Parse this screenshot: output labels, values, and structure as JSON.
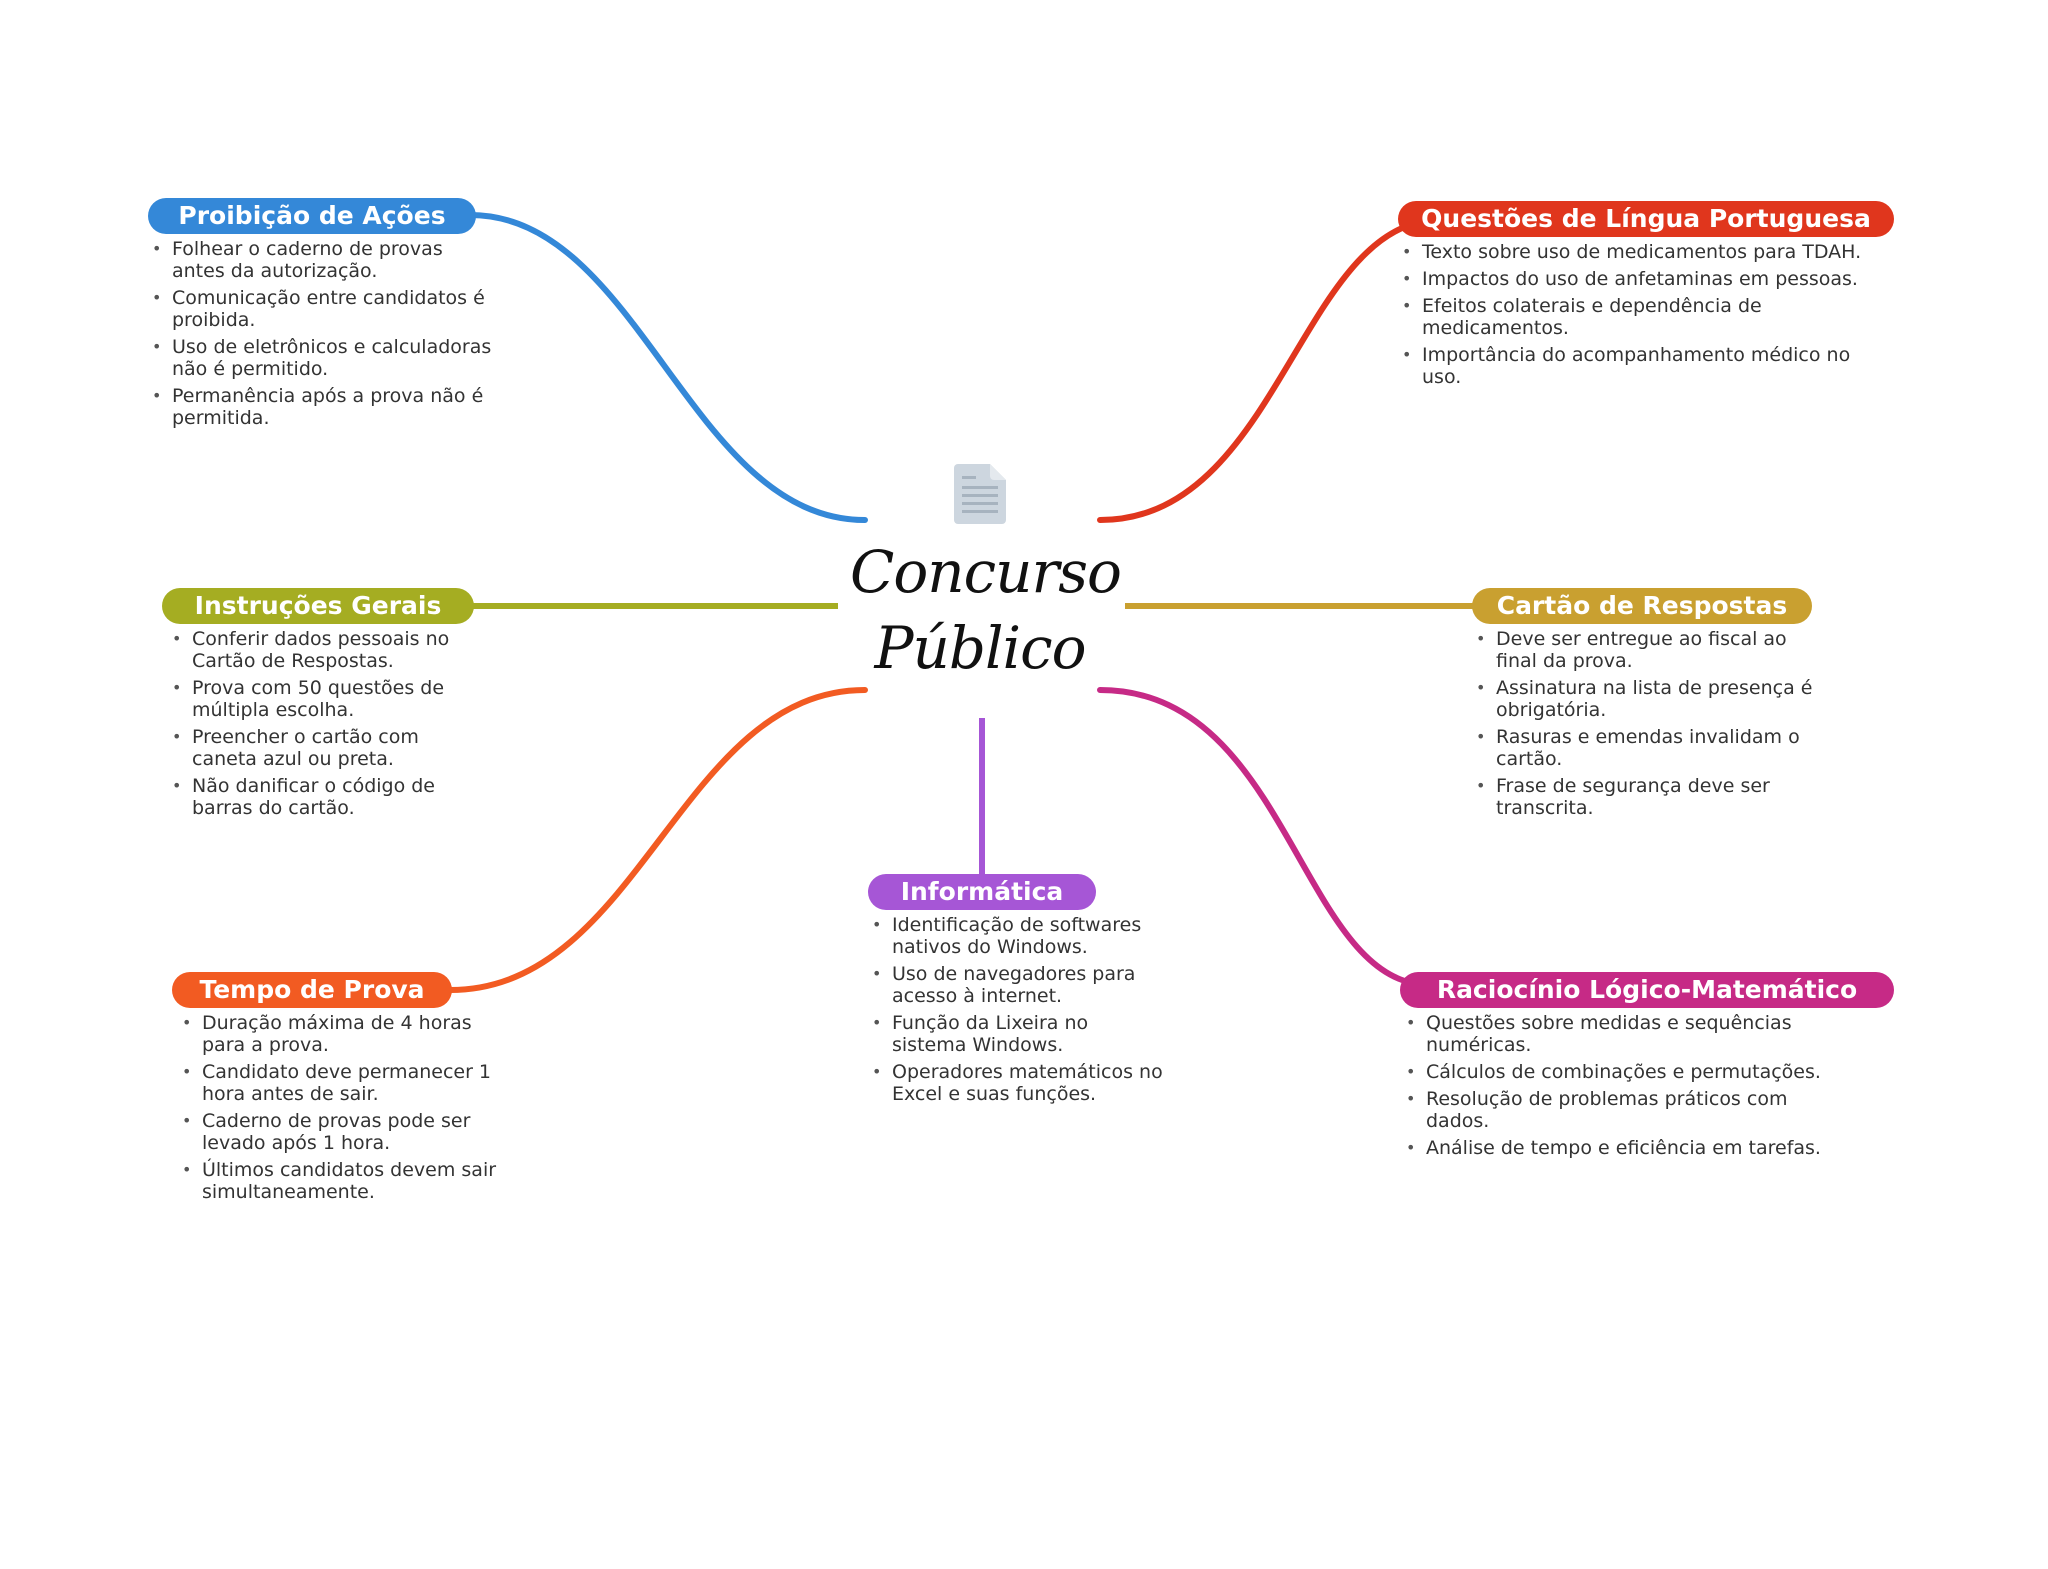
{
  "center": {
    "title_line1": "Concurso",
    "title_line2": "Público",
    "icon": "document-icon"
  },
  "colors": {
    "proibicao": "#3488d8",
    "instrucoes": "#a5ad22",
    "tempo": "#f25b22",
    "portugues": "#e0361d",
    "cartao": "#c9a030",
    "raciocinio": "#c62a86",
    "informatica": "#a656d6"
  },
  "topics": {
    "proibicao": {
      "title": "Proibição de Ações",
      "items": [
        "Folhear o caderno de provas antes da autorização.",
        "Comunicação entre candidatos é proibida.",
        "Uso de eletrônicos e calculadoras não é permitido.",
        "Permanência após a prova não é permitida."
      ]
    },
    "instrucoes": {
      "title": "Instruções Gerais",
      "items": [
        "Conferir dados pessoais no Cartão de Respostas.",
        "Prova com 50 questões de múltipla escolha.",
        "Preencher o cartão com caneta azul ou preta.",
        "Não danificar o código de barras do cartão."
      ]
    },
    "tempo": {
      "title": "Tempo de Prova",
      "items": [
        "Duração máxima de 4 horas para a prova.",
        "Candidato deve permanecer 1 hora antes de sair.",
        "Caderno de provas pode ser levado após 1 hora.",
        "Últimos candidatos devem sair simultaneamente."
      ]
    },
    "portugues": {
      "title": "Questões de Língua Portuguesa",
      "items": [
        "Texto sobre uso de medicamentos para TDAH.",
        "Impactos do uso de anfetaminas em pessoas.",
        "Efeitos colaterais e dependência de medicamentos.",
        "Importância do acompanhamento médico no uso."
      ]
    },
    "cartao": {
      "title": "Cartão de Respostas",
      "items": [
        "Deve ser entregue ao fiscal ao final da prova.",
        "Assinatura na lista de presença é obrigatória.",
        "Rasuras e emendas invalidam o cartão.",
        "Frase de segurança deve ser transcrita."
      ]
    },
    "raciocinio": {
      "title": "Raciocínio Lógico-Matemático",
      "items": [
        "Questões sobre medidas e sequências numéricas.",
        "Cálculos de combinações e permutações.",
        "Resolução de problemas práticos com dados.",
        "Análise de tempo e eficiência em tarefas."
      ]
    },
    "informatica": {
      "title": "Informática",
      "items": [
        "Identificação de softwares nativos do Windows.",
        "Uso de navegadores para acesso à internet.",
        "Função da Lixeira no sistema Windows.",
        "Operadores matemáticos no Excel e suas funções."
      ]
    }
  }
}
